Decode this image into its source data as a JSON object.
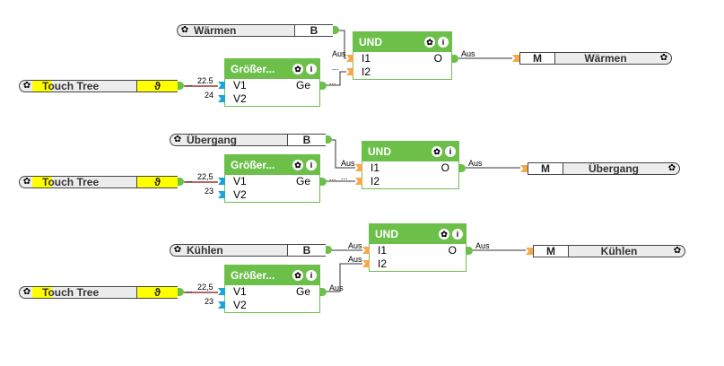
{
  "groups": [
    {
      "trigger": {
        "label": "Wärmen",
        "type_code": "B"
      },
      "sensor": {
        "label": "Touch Tree",
        "symbol": "ϑ",
        "link_label": "..."
      },
      "compare": {
        "title": "Größer...",
        "in1": "V1",
        "in2": "V2",
        "out": "Ge",
        "v1_value": "22.5",
        "v2_value": "24",
        "out_label": "..."
      },
      "and": {
        "title": "UND",
        "in1": "I1",
        "in2": "I2",
        "out": "O",
        "i1_label": "Aus",
        "i2_label": "...",
        "out_label": "Aus"
      },
      "output": {
        "type_code": "M",
        "label": "Wärmen"
      }
    },
    {
      "trigger": {
        "label": "Übergang",
        "type_code": "B"
      },
      "sensor": {
        "label": "Touch Tree",
        "symbol": "ϑ",
        "link_label": "..."
      },
      "compare": {
        "title": "Größer...",
        "in1": "V1",
        "in2": "V2",
        "out": "Ge",
        "v1_value": "22,5",
        "v2_value": "23",
        "out_label": "..."
      },
      "and": {
        "title": "UND",
        "in1": "I1",
        "in2": "I2",
        "out": "O",
        "i1_label": "Aus",
        "i2_label": "...",
        "out_label": "Aus"
      },
      "output": {
        "type_code": "M",
        "label": "Übergang"
      }
    },
    {
      "trigger": {
        "label": "Kühlen",
        "type_code": "B"
      },
      "sensor": {
        "label": "Touch Tree",
        "symbol": "ϑ",
        "link_label": "..."
      },
      "compare": {
        "title": "Größer...",
        "in1": "V1",
        "in2": "V2",
        "out": "Ge",
        "v1_value": "22,5",
        "v2_value": "23",
        "out_label": "Aus"
      },
      "and": {
        "title": "UND",
        "in1": "I1",
        "in2": "I2",
        "out": "O",
        "i1_label": "Aus",
        "i2_label": "Aus",
        "out_label": "Aus"
      },
      "output": {
        "type_code": "M",
        "label": "Kühlen"
      }
    }
  ],
  "icons": {
    "gear": "✿",
    "info": "i"
  },
  "colors": {
    "block_green": "#6cc04a",
    "pin_cyan": "#1aa6d8",
    "pin_orange": "#f5a94a",
    "sensor_yellow": "#ffff00",
    "sensor_wire": "#7a1010"
  }
}
